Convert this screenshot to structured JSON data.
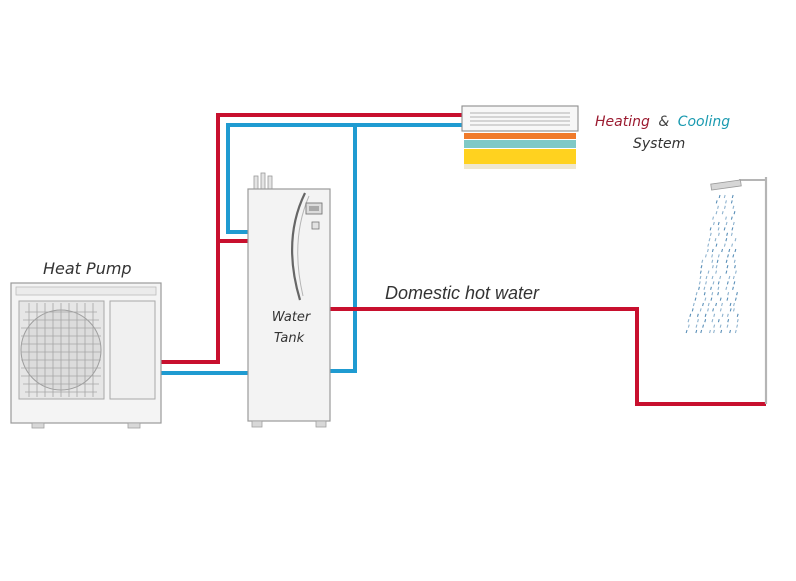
{
  "labels": {
    "heat_pump": "Heat Pump",
    "water_tank_line1": "Water",
    "water_tank_line2": "Tank",
    "domestic_hot_water": "Domestic hot water",
    "heating_word": "Heating",
    "amp": "&",
    "cooling_word": "Cooling",
    "system_word": "System"
  },
  "colors": {
    "hot_pipe": "#c8102e",
    "cold_pipe": "#1f9bd1",
    "heating_text": "#9b1b30",
    "cooling_text": "#1a9ab0",
    "text": "#333333",
    "outline": "#9a9a9a"
  }
}
